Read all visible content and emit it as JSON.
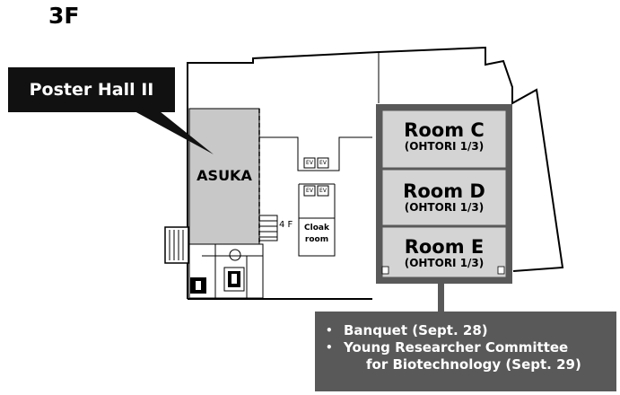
{
  "floor": {
    "label": "3F"
  },
  "callout": {
    "label": "Poster Hall II"
  },
  "areas": {
    "asuka": "ASUKA",
    "cloak_line1": "Cloak",
    "cloak_line2": "room",
    "stair_label": "4 F",
    "elevator": "EV"
  },
  "rooms": [
    {
      "name": "Room C",
      "sub": "(OHTORI 1/3)"
    },
    {
      "name": "Room D",
      "sub": "(OHTORI 1/3)"
    },
    {
      "name": "Room E",
      "sub": "(OHTORI 1/3)"
    }
  ],
  "events": {
    "bullet": "•",
    "items": [
      {
        "line1": "Banquet (Sept. 28)",
        "line2": ""
      },
      {
        "line1": "Young Researcher Committee",
        "line2": "for Biotechnology (Sept. 29)"
      }
    ]
  },
  "colors": {
    "callout_bg": "#111111",
    "events_bg": "#595959",
    "asuka_fill": "#c8c8c8",
    "room_fill": "#d4d4d4",
    "room_frame": "#595959"
  },
  "icons": [
    "elevator-icon",
    "restroom-icon",
    "staircase-icon",
    "escalator-icon"
  ]
}
